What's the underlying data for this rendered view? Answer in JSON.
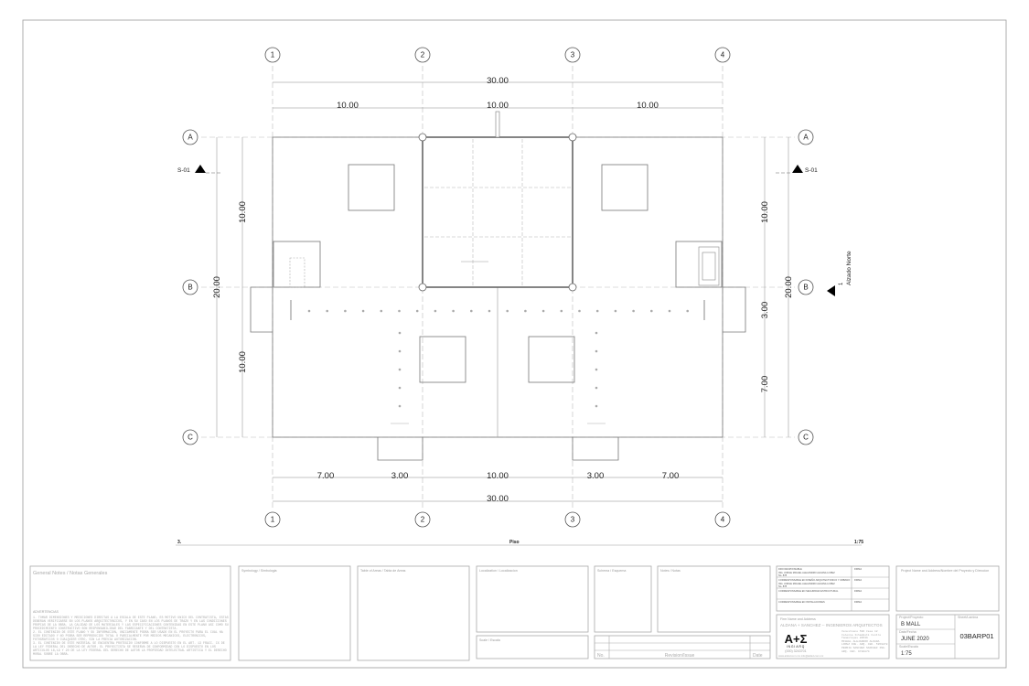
{
  "grid": {
    "columns": [
      "1",
      "2",
      "3",
      "4"
    ],
    "rows": [
      "A",
      "B",
      "C"
    ]
  },
  "dimensions": {
    "top_total": "30.00",
    "top_spans": [
      "10.00",
      "10.00",
      "10.00"
    ],
    "bottom_spans": [
      "7.00",
      "3.00",
      "10.00",
      "3.00",
      "7.00"
    ],
    "bottom_total": "30.00",
    "left_spans": [
      "10.00",
      "10.00"
    ],
    "left_total": "20.00",
    "right_spans": [
      "10.00",
      "3.00",
      "7.00"
    ],
    "right_total": "20.00"
  },
  "markers": {
    "section_left": "S-01",
    "section_right": "S-01",
    "elevation_number": "1",
    "elevation_label": "Alzado Norte"
  },
  "view_title": {
    "number": "3.",
    "name": "Piso",
    "scale": "1:75"
  },
  "title_block": {
    "general_notes": "General Notes / Notas Generales",
    "advertencias": "ADVERTENCIAS",
    "note_1": "1.  TOMAR DIMENSIONES Y MEDICIONES DIRECTAS A LA ESCALA DE ESTE PLANO, ES MOTIVO UNICO DEL CONTRATISTA, ESTAS DEBERAN VERIFICARSE EN LOS PLANOS ARQUITECTONICOS, Y EN SU CASO EN LOS PLANOS DE TRAZO Y EN LAS CONDICIONES PROPIAS DE LA OBRA. LA CALIDAD DE LOS MATERIALES Y LAS ESPECIFICACIONES CONTENIDAS EN ESTE PLANO ASI COMO SU PROCEDIMIENTO CONSTRUCTIVO SON RESPONSABILIDAD DEL FABRICANTE Y DEL CONTRATISTA.",
    "note_2": "2.  EL CONTENIDO DE ESTE PLANO Y SU INFORMACION, UNICAMENTE PODRA SER USADO EN EL PROYECTO PARA EL CUAL HA SIDO EDITADO Y NO PODRA SER REPRODUCIDO TOTAL O PARCIALMENTE POR MEDIOS MECANICOS, ELECTRONICOS, FOTOGRAFICOS O CUALQUIER OTRO, SIN LA PREVIA AUTORIZACION.",
    "note_3": "3.  EL CONTENIDO DE ESTE MATERIAL SE ENCUENTRA PROTEGIDO CONFORME A LO DISPUESTO EN EL ART. 13 FRACC. IX DE LA LEY FEDERAL DEL DERECHO DE AUTOR. EL PROYECTISTA SE RESERVA DE CONFORMIDAD CON LO DISPUESTO EN LOS ARTICULOS 18,19 Y 20  DE LA LEY FEDERAL DEL DERECHO DE AUTOR LA PROPIEDAD INTELECTUAL ARTISTICA Y EL DERECHO MORAL SOBRE LA OBRA.",
    "symbology": "Symbology / Simbologia",
    "table_of_areas": "Table of Areas / Tabla de Areas",
    "localization": "Localization / Localizacion",
    "scale_box": "Scale / Escala",
    "schema": "Schema / Esquema",
    "notes": "Notes / Notas",
    "revision_no": "No.",
    "revision_issue": "Revision/Issue",
    "revision_date": "Date",
    "resp_1": "DRO RESPONSABLE",
    "resp_1_name": "ING. JORGE MIGUEL ALEJANDRO ALDANA LOPEZ",
    "resp_1_reg": "No. 878",
    "resp_2": "CORRESPONSABLE EN DISEÑO ARQUITECTONICO Y URBANO",
    "resp_2_name": "ING. JORGE MIGUEL ALEJANDRO ALDANA LOPEZ",
    "resp_2_reg": "No. 878",
    "resp_3": "CORRESPONSABLE EN SEGURIDAD ESTRUCTURAL",
    "resp_4": "CORRESPONSABLE EN INSTALACIONES",
    "firma": "FIRMA",
    "project_name_label": "Project Name and Address/Nombre del Proyecto y Direccion",
    "firm_label": "Firm Name and Address",
    "firm_name": "ALDANA + SANCHEZ -- INGENIEROS ARQUITECTOS",
    "logo": "A+Σ INGIARQ",
    "firm_address": "Venustiano 596 Casa 12 Colonia Inhambuti Centro Tamaulipas 89536",
    "firm_people": "MIGUEL ALEJANDRO ALDANA LOPEZ ING. ARQ. CED. 5959878 PERRIA SANCHEZ SANCHEZ ING. ARQ. CED. 9780874",
    "firm_phone": "(000) 3243701",
    "firm_web": "www.aldsd.com.mx  info@aldsd.com.mx",
    "project_label": "Project/Proyecto",
    "project": "B MALL",
    "date_label": "Date/Fecha",
    "date": "JUNE 2020",
    "scale_label": "Scale/Escala",
    "scale": "1:75",
    "sheet_label": "Sheet/Lamina",
    "sheet": "03BARP01"
  }
}
